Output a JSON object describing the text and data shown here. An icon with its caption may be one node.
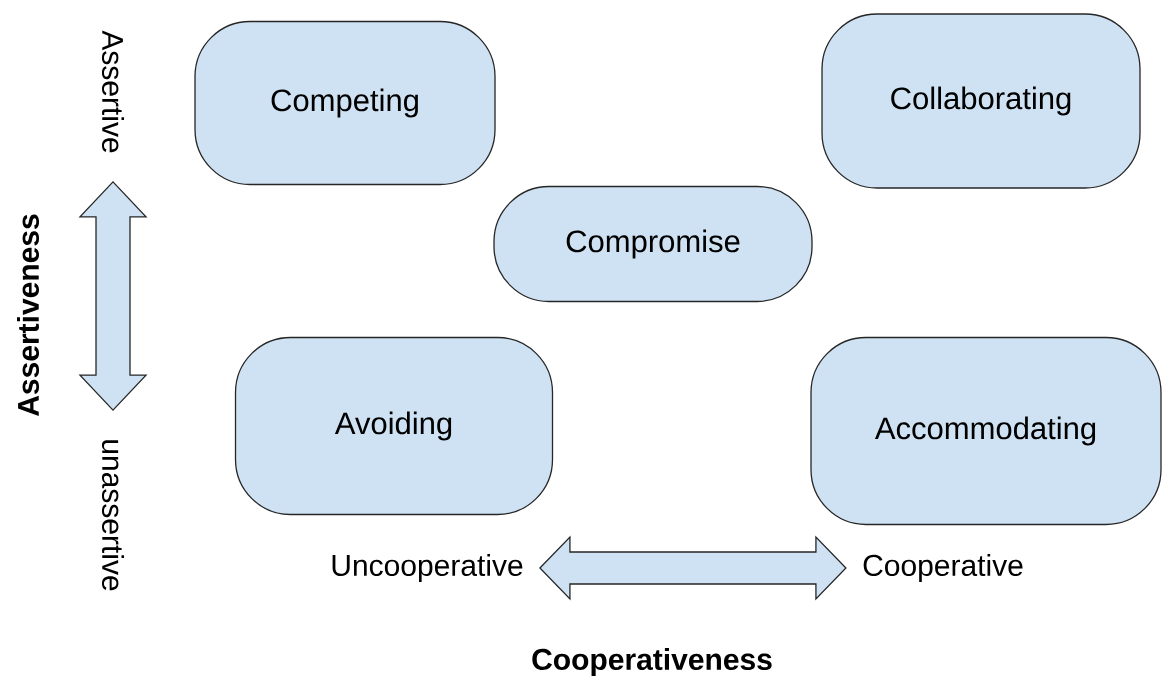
{
  "diagram": {
    "nodes": [
      {
        "text": [
          "Competing"
        ]
      },
      {
        "text": [
          "Collaborating"
        ]
      },
      {
        "text": [
          "Compromise"
        ]
      },
      {
        "text": [
          "Avoiding"
        ]
      },
      {
        "text": [
          "Accommodating"
        ]
      },
      {
        "text": [
          "Assertive"
        ]
      },
      {
        "text": [
          "unassertive"
        ]
      },
      {
        "text": [
          "Uncooperative"
        ]
      },
      {
        "text": [
          "Cooperative"
        ]
      }
    ],
    "edges": [
      {
        "from": 5,
        "to": 6,
        "arrow": "both"
      },
      {
        "from": 7,
        "to": 8,
        "arrow": "both"
      }
    ],
    "labels": [
      "Assertiveness",
      "Cooperativeness"
    ]
  }
}
